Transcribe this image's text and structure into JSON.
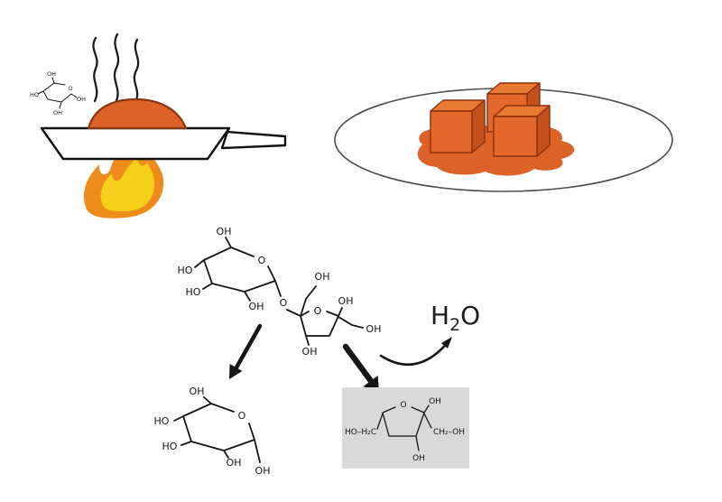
{
  "colors": {
    "caramel": "#dd6227",
    "cube_front": "#e4682c",
    "cube_top": "#e87b33",
    "cube_side": "#c4511b",
    "flame_outer": "#ee8b1b",
    "flame_inner": "#f6cf1a",
    "box_gray": "#d9d9d9"
  },
  "pan_scene": {
    "mini_sugar": {
      "labels": [
        "OH",
        "HO",
        "O",
        "OH",
        "OH"
      ]
    }
  },
  "reaction": {
    "h2o": {
      "h": "H",
      "sub": "2",
      "o": "O"
    }
  },
  "sucrose": {
    "glucose_ring_o": "O",
    "top_oh": "OH",
    "left_ho_upper": "HO",
    "left_ho_lower": "HO",
    "anomeric_oh": "OH",
    "glycosidic_o": "O",
    "fructose_ring_o": "O",
    "fructose_top_oh": "OH",
    "fructose_right_oh": "OH",
    "fructose_chain_oh": "OH",
    "fructose_bottom_oh": "OH"
  },
  "glucose": {
    "ring_o": "O",
    "top_oh": "OH",
    "left_ho_upper": "HO",
    "left_ho_lower": "HO",
    "bottom_oh": "OH",
    "anomeric_oh": "OH"
  },
  "fructose": {
    "ring_o": "O",
    "top_oh": "OH",
    "left_chain": "HO–H₂C",
    "right_chain": "CH₂–OH",
    "bottom_oh": "OH"
  }
}
